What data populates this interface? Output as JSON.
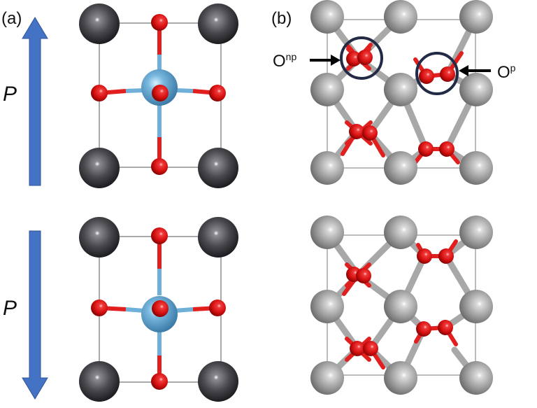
{
  "labels": {
    "panel_a": "(a)",
    "panel_b": "(b)",
    "pol_top": "P",
    "pol_bottom": "P",
    "o_np_base": "O",
    "o_np_sup": "np",
    "o_p_base": "O",
    "o_p_sup": "p"
  },
  "colors": {
    "polarization_arrow": "#4472c4",
    "metal_atom_dark": "#3a3a3e",
    "center_cation": "#6fb0d8",
    "oxygen": "#e21f1f",
    "metal_atom_light": "#a4a4a4",
    "highlight_circle": "#222a45",
    "bond_light": "#a8a8a8"
  },
  "arrows": {
    "top_direction": "up",
    "bottom_direction": "down"
  }
}
